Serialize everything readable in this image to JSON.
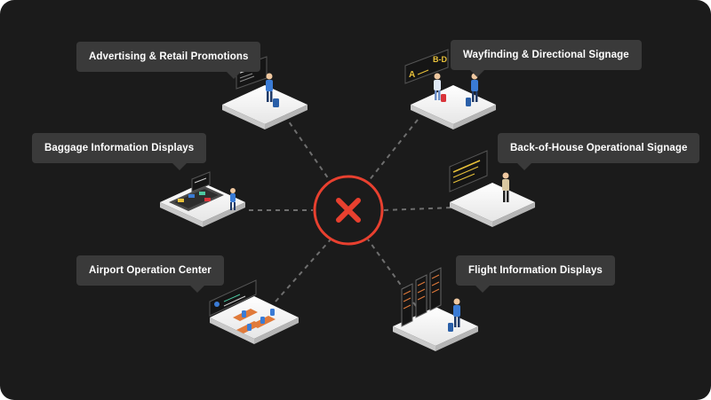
{
  "hub": {
    "icon": "close-x-icon",
    "ring_color": "#e8402f",
    "icon_color": "#e8402f"
  },
  "labels": {
    "advertising": "Advertising & Retail Promotions",
    "wayfinding": "Wayfinding & Directional Signage",
    "baggage": "Baggage Information Displays",
    "back_of_house": "Back-of-House Operational Signage",
    "operation_center": "Airport Operation Center",
    "flight_info": "Flight Information Displays"
  },
  "signs": {
    "wayfinding_left": "A",
    "wayfinding_right": "B-D"
  },
  "colors": {
    "background": "#1b1b1b",
    "bubble": "#3a3a3a",
    "accent": "#e8402f",
    "sign_yellow": "#e8c13a",
    "figure_blue": "#3a7bd5"
  }
}
